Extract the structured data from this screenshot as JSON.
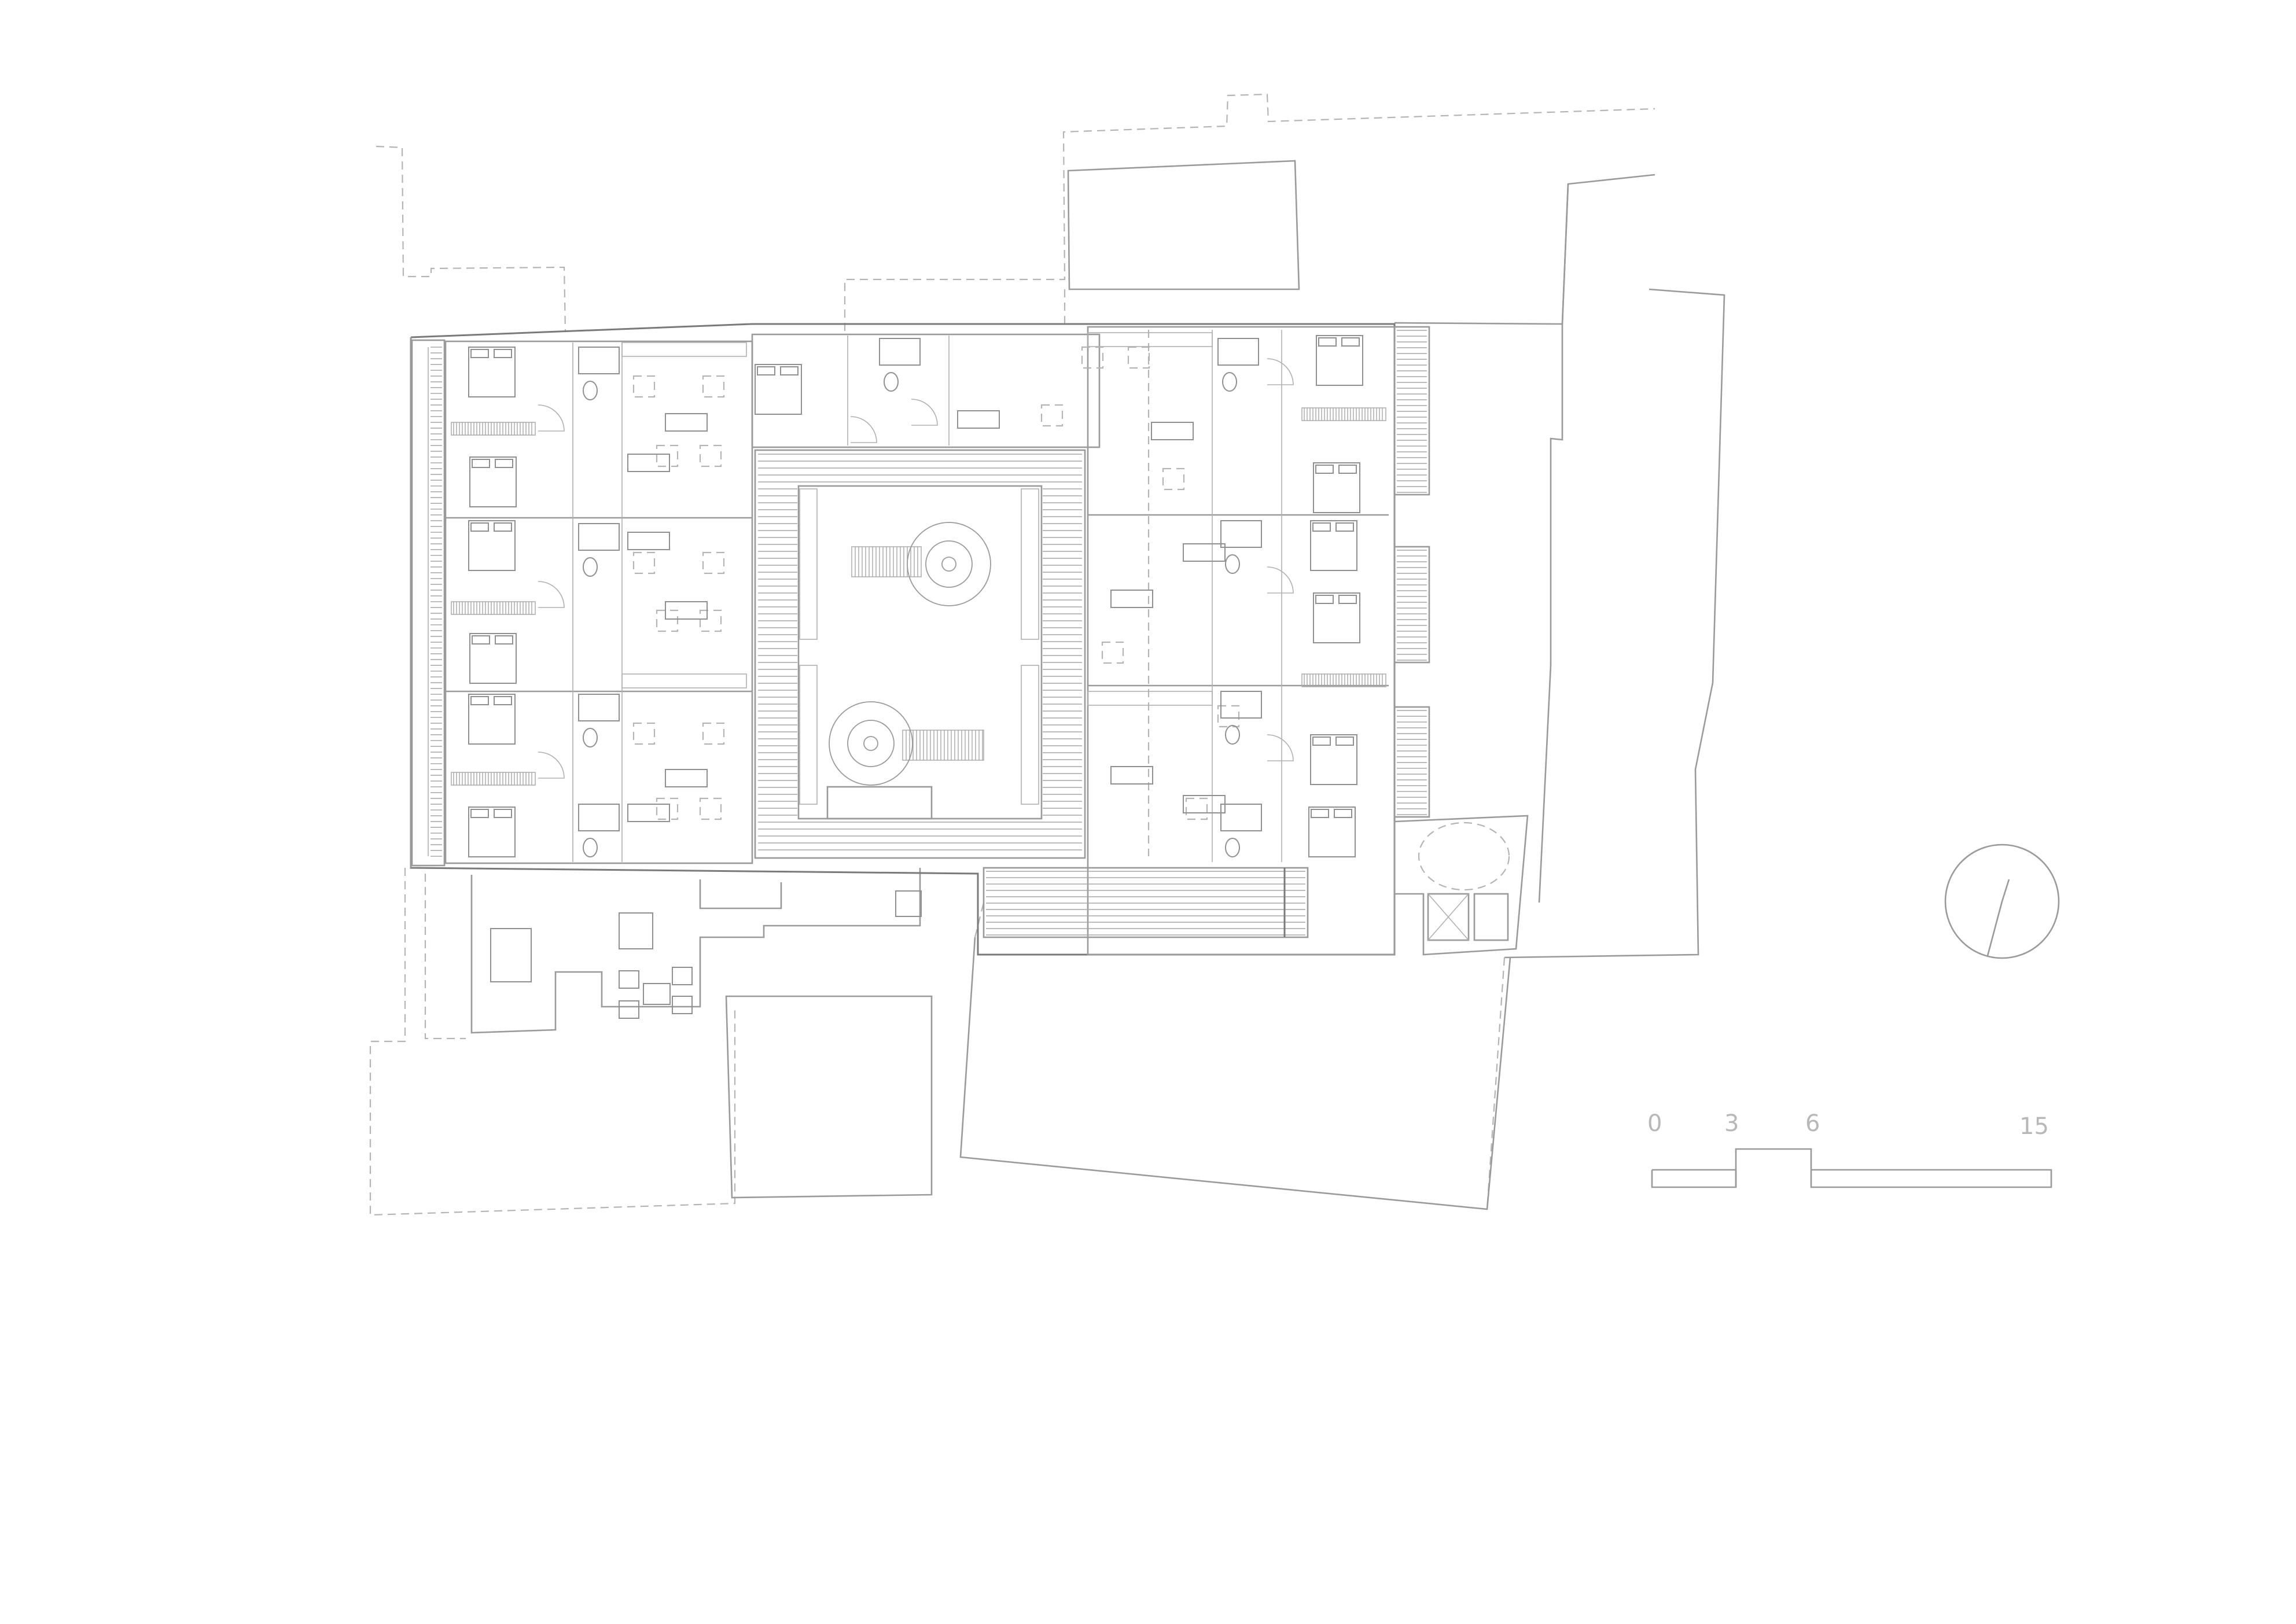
{
  "drawing": {
    "line_color": "#9a9a9a",
    "background": "#ffffff"
  },
  "north_arrow": {
    "icon": "north-arrow-icon"
  },
  "scale_bar": {
    "ticks": [
      {
        "label": "0"
      },
      {
        "label": "3"
      },
      {
        "label": "6"
      },
      {
        "label": "15"
      }
    ]
  }
}
